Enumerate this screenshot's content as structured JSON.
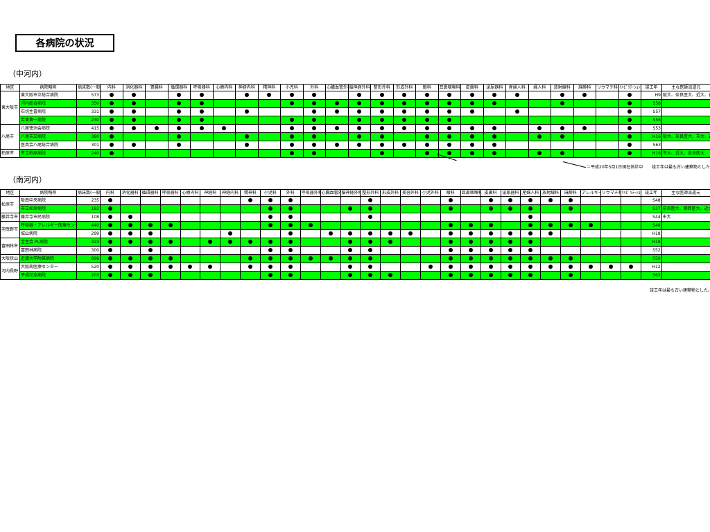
{
  "title": "各病院の状況",
  "sections": [
    {
      "label": "（中河内）",
      "headers": [
        "地区",
        "病院略称",
        "病床数(一般)",
        "内科",
        "消化器科",
        "胃腸科",
        "循環器科",
        "呼吸器科",
        "心療内科",
        "神経内科",
        "精神科",
        "小児科",
        "外科",
        "心臓血管外科",
        "脳神経外科",
        "整形外科",
        "形成外科",
        "眼科",
        "耳鼻咽喉科",
        "皮膚科",
        "泌尿器科",
        "産婦人科",
        "婦人科",
        "放射線科",
        "麻酔科",
        "リウマチ科",
        "ﾘﾊﾋﾞﾘﾃｰｼｮﾝ科",
        "竣工年",
        "主な医師派遣元"
      ],
      "groups": [
        {
          "area": "東大阪市",
          "rows": [
            {
              "name": "東大阪市立総合病院",
              "beds": "573",
              "year": "H9",
              "source": "阪大、奈良医大、近大、香川大",
              "g": false,
              "d": [
                1,
                1,
                0,
                1,
                1,
                0,
                1,
                1,
                1,
                1,
                0,
                1,
                1,
                1,
                1,
                1,
                1,
                1,
                1,
                0,
                1,
                1,
                0,
                1
              ]
            },
            {
              "name": "河内総合病院",
              "beds": "350",
              "year": "S58",
              "source": "",
              "g": true,
              "d": [
                1,
                1,
                0,
                1,
                1,
                0,
                0,
                0,
                1,
                1,
                1,
                1,
                1,
                1,
                1,
                1,
                1,
                1,
                0,
                0,
                1,
                0,
                0,
                1
              ]
            },
            {
              "name": "石切生喜病院",
              "beds": "331",
              "year": "S57",
              "source": "",
              "g": false,
              "d": [
                1,
                1,
                0,
                1,
                1,
                0,
                1,
                0,
                0,
                1,
                1,
                1,
                1,
                1,
                1,
                1,
                1,
                0,
                1,
                0,
                0,
                0,
                0,
                1
              ]
            },
            {
              "name": "若草第一病院",
              "beds": "230",
              "year": "S56",
              "source": "",
              "g": true,
              "d": [
                1,
                1,
                0,
                1,
                1,
                0,
                0,
                0,
                1,
                1,
                0,
                1,
                1,
                1,
                1,
                1,
                0,
                0,
                0,
                0,
                0,
                0,
                0,
                1
              ]
            }
          ]
        },
        {
          "area": "八尾市",
          "rows": [
            {
              "name": "八尾徳洲会病院",
              "beds": "415",
              "year": "S53",
              "source": "",
              "g": false,
              "d": [
                1,
                1,
                1,
                1,
                1,
                1,
                0,
                0,
                1,
                1,
                1,
                1,
                1,
                1,
                1,
                1,
                1,
                1,
                0,
                1,
                1,
                1,
                0,
                1
              ]
            },
            {
              "name": "八尾市立病院",
              "beds": "380",
              "year": "H16",
              "source": "阪大、奈良医大、市大、近大",
              "g": true,
              "d": [
                1,
                0,
                0,
                1,
                0,
                0,
                1,
                0,
                1,
                1,
                0,
                1,
                1,
                0,
                1,
                1,
                1,
                1,
                0,
                1,
                1,
                0,
                0,
                1
              ]
            },
            {
              "name": "医真会八尾総合病院",
              "beds": "301",
              "year": "S63",
              "source": "",
              "g": false,
              "d": [
                1,
                1,
                0,
                1,
                0,
                0,
                1,
                0,
                1,
                1,
                1,
                1,
                1,
                1,
                1,
                1,
                1,
                1,
                0,
                0,
                0,
                0,
                0,
                1
              ]
            }
          ]
        },
        {
          "area": "柏原市",
          "rows": [
            {
              "name": "市立柏原病院",
              "beds": "240",
              "year": "H16",
              "source": "市大、近大、奈良医大",
              "g": true,
              "d": [
                1,
                0,
                0,
                0,
                0,
                0,
                0,
                0,
                1,
                1,
                0,
                0,
                1,
                0,
                1,
                1,
                1,
                1,
                0,
                1,
                1,
                0,
                0,
                1
              ]
            }
          ]
        }
      ],
      "note_left": "＝平成20年5月1日現在休診中",
      "note_right": "竣工年は最も古い建築物とした。"
    },
    {
      "label": "（南河内）",
      "headers": [
        "地区",
        "病院略称",
        "病床数(一般)",
        "内科",
        "消化器科",
        "循環器科",
        "呼吸器科",
        "心療内科",
        "神経科",
        "神経内科",
        "精神科",
        "小児科",
        "外科",
        "呼吸器外科",
        "心臓血管外科",
        "脳神経外科",
        "整形外科",
        "形成外科",
        "美容外科",
        "小児外科",
        "眼科",
        "耳鼻咽喉科",
        "皮膚科",
        "泌尿器科",
        "産婦人科",
        "放射線科",
        "麻酔科",
        "アレルギー科",
        "リウマチ科",
        "ﾘﾊﾋﾞﾘﾃｰｼｮﾝ科",
        "竣工年",
        "主な医師派遣元"
      ],
      "groups": [
        {
          "area": "松原市",
          "rows": [
            {
              "name": "阪南中央病院",
              "beds": "235",
              "year": "S48",
              "source": "",
              "g": false,
              "d": [
                1,
                0,
                0,
                0,
                0,
                0,
                0,
                1,
                1,
                1,
                0,
                0,
                0,
                1,
                0,
                0,
                0,
                1,
                0,
                1,
                1,
                1,
                1,
                1,
                0,
                0,
                0,
                1
              ]
            },
            {
              "name": "市立松原病院",
              "beds": "182",
              "year": "S37",
              "source": "奈良医大、関西医大、近大",
              "g": true,
              "d": [
                1,
                0,
                0,
                0,
                0,
                0,
                0,
                0,
                1,
                1,
                0,
                0,
                1,
                1,
                0,
                0,
                0,
                1,
                0,
                1,
                1,
                1,
                0,
                1,
                0,
                0,
                0,
                1
              ]
            }
          ]
        },
        {
          "area": "藤井寺市",
          "rows": [
            {
              "name": "藤井寺市民病院",
              "beds": "108",
              "year": "S44",
              "source": "市大",
              "g": false,
              "d": [
                1,
                1,
                0,
                0,
                0,
                0,
                0,
                0,
                1,
                1,
                0,
                0,
                0,
                1,
                0,
                0,
                0,
                0,
                0,
                0,
                0,
                1,
                0,
                0,
                0,
                0,
                0,
                1
              ]
            }
          ]
        },
        {
          "area": "羽曳野市",
          "rows": [
            {
              "name": "呼吸器・アレルギー医療センター",
              "beds": "440",
              "year": "S48",
              "source": "",
              "g": true,
              "d": [
                1,
                1,
                1,
                1,
                0,
                0,
                0,
                0,
                1,
                1,
                1,
                0,
                0,
                0,
                0,
                0,
                0,
                1,
                1,
                1,
                0,
                1,
                1,
                1,
                1,
                0,
                0,
                1
              ]
            },
            {
              "name": "城山病院",
              "beds": "299",
              "year": "H18",
              "source": "",
              "g": false,
              "d": [
                1,
                1,
                1,
                0,
                0,
                0,
                1,
                0,
                0,
                1,
                0,
                1,
                1,
                1,
                1,
                1,
                0,
                1,
                1,
                1,
                1,
                1,
                1,
                0,
                0,
                0,
                0,
                1
              ]
            }
          ]
        },
        {
          "area": "富田林市",
          "rows": [
            {
              "name": "宝生会 PL病院",
              "beds": "323",
              "year": "H18",
              "source": "",
              "g": true,
              "d": [
                1,
                1,
                1,
                1,
                0,
                1,
                1,
                1,
                1,
                1,
                0,
                0,
                1,
                1,
                1,
                0,
                0,
                1,
                1,
                1,
                1,
                1,
                0,
                0,
                0,
                0,
                0,
                0
              ]
            },
            {
              "name": "富田林病院",
              "beds": "300",
              "year": "S52",
              "source": "",
              "g": false,
              "d": [
                1,
                0,
                1,
                0,
                0,
                0,
                0,
                0,
                1,
                1,
                0,
                0,
                1,
                1,
                0,
                0,
                0,
                1,
                1,
                1,
                1,
                1,
                0,
                0,
                0,
                0,
                0,
                0
              ]
            }
          ]
        },
        {
          "area": "大阪狭山",
          "rows": [
            {
              "name": "近畿大学附属病院",
              "beds": "898",
              "year": "S50",
              "source": "",
              "g": true,
              "d": [
                1,
                1,
                1,
                1,
                0,
                0,
                0,
                1,
                1,
                1,
                1,
                1,
                1,
                1,
                0,
                0,
                0,
                1,
                1,
                1,
                1,
                1,
                1,
                1,
                0,
                0,
                0,
                1
              ]
            }
          ]
        },
        {
          "area": "河内長野",
          "rows": [
            {
              "name": "大阪南医療センター",
              "beds": "520",
              "year": "H12",
              "source": "",
              "g": false,
              "d": [
                1,
                1,
                1,
                1,
                1,
                1,
                0,
                1,
                1,
                1,
                0,
                0,
                1,
                1,
                0,
                0,
                1,
                1,
                1,
                1,
                1,
                1,
                1,
                1,
                1,
                1,
                1,
                1
              ]
            },
            {
              "name": "平成記念病院",
              "beds": "203",
              "year": "S63",
              "source": "",
              "g": true,
              "d": [
                1,
                1,
                1,
                0,
                0,
                0,
                0,
                0,
                1,
                1,
                0,
                0,
                1,
                1,
                1,
                0,
                0,
                1,
                1,
                1,
                1,
                1,
                0,
                1,
                0,
                0,
                0,
                1
              ]
            }
          ]
        }
      ],
      "note_left": "",
      "note_right": "竣工年は最も古い建築物とした。"
    }
  ]
}
